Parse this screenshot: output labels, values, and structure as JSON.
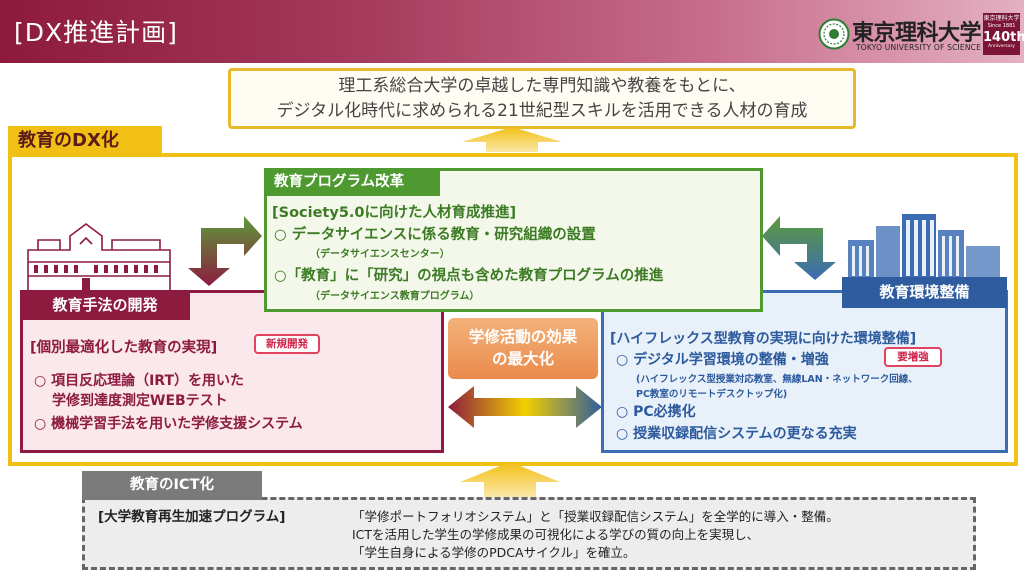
{
  "header": {
    "title": "[DX推進計画]",
    "logo_name": "東京理科大学",
    "logo_sub": "TOKYO UNIVERSITY OF SCIENCE",
    "badge_line1": "東京理科大学",
    "badge_line2": "Since 1881",
    "badge_number": "140th",
    "badge_line4": "Anniversary"
  },
  "goal": {
    "line1": "理工系総合大学の卓越した専門知識や教養をもとに、",
    "line2": "デジタル化時代に求められる21世紀型スキルを活用できる人材の育成"
  },
  "dx": {
    "label": "教育のDX化"
  },
  "program": {
    "label": "教育プログラム改革",
    "heading": "[Society5.0に向けた人材育成推進]",
    "item1": "○ データサイエンスに係る教育・研究組織の設置",
    "item1_sub": "（データサイエンスセンター）",
    "item2": "○「教育」に「研究」の視点も含めた教育プログラムの推進",
    "item2_sub": "（データサイエンス教育プログラム）"
  },
  "method": {
    "label": "教育手法の開発",
    "heading": "[個別最適化した教育の実現]",
    "tag": "新規開発",
    "item1_line1": "○ 項目反応理論（IRT）を用いた",
    "item1_line2": "学修到達度測定WEBテスト",
    "item2": "○ 機械学習手法を用いた学修支援システム"
  },
  "center": {
    "line1": "学修活動の効果",
    "line2": "の最大化"
  },
  "environment": {
    "label": "教育環境整備",
    "heading": "[ハイフレックス型教育の実現に向けた環境整備]",
    "item1": "○ デジタル学習環境の整備・増強",
    "tag": "要増強",
    "item1_sub1": "(ハイフレックス型授業対応教室、無線LAN・ネットワーク回線、",
    "item1_sub2": "PC教室のリモートデスクトップ化)",
    "item2": "○ PC必携化",
    "item3": "○ 授業収録配信システムの更なる充実"
  },
  "ict": {
    "label": "教育のICT化",
    "program": "[大学教育再生加速プログラム]",
    "line1": "「学修ポートフォリオシステム」と「授業収録配信システム」を全学的に導入・整備。",
    "line2": "ICTを活用した学生の学修成果の可視化による学びの質の向上を実現し、",
    "line3": "「学生自身による学修のPDCAサイクル」を確立。"
  },
  "colors": {
    "header": "#8d1a3c",
    "gold": "#f2bf14",
    "green": "#4e9930",
    "maroon": "#8c1b3f",
    "blue": "#2f5c9e",
    "orange": "#ea8a4c",
    "gray": "#7a7a7a"
  }
}
